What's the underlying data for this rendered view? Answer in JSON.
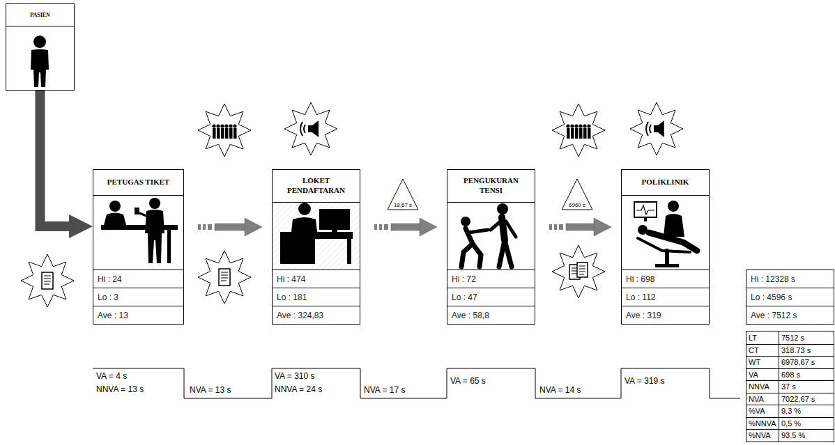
{
  "diagram": {
    "nodes": [
      {
        "text": [
          "PASIEN"
        ]
      },
      {
        "text": [
          "PETUGAS TIKET",
          "Hi : 24",
          "Lo : 3",
          "Ave : 13"
        ]
      },
      {
        "text": [
          "LOKET PENDAFTARAN",
          "Hi : 474",
          "Lo : 181",
          "Ave : 324,83"
        ]
      },
      {
        "text": [
          "18,67 s"
        ]
      },
      {
        "text": [
          "PENGUKURAN TENSI",
          "Hi : 72",
          "Lo : 47",
          "Ave : 58,8"
        ]
      },
      {
        "text": [
          "6960 s"
        ]
      },
      {
        "text": [
          "POLIKLINIK",
          "Hi : 698",
          "Lo : 112",
          "Ave : 319"
        ]
      },
      {
        "text": [
          "Hi : 12328 s",
          "Lo : 4596 s",
          "Ave : 7512 s"
        ]
      }
    ],
    "edges": [
      {
        "from": 0,
        "to": 1,
        "arrow": "to"
      },
      {
        "from": 1,
        "to": 2,
        "arrow": "to"
      },
      {
        "from": 2,
        "to": 4,
        "arrow": "to"
      },
      {
        "from": 4,
        "to": 6,
        "arrow": "to"
      }
    ],
    "labels": [
      "VA = 4 s",
      "NNVA = 13 s",
      "NVA = 13 s",
      "VA = 310 s",
      "NNVA = 24 s",
      "NVA = 17 s",
      "VA = 65 s",
      "NVA = 14 s",
      "VA = 319 s",
      "LT",
      "7512 s",
      "CT",
      "318.73 s",
      "WT",
      "6978,67 s",
      "VA",
      "698 s",
      "NNVA",
      "37 s",
      "NVA",
      "7022,67 s",
      "%VA",
      "9,3 %",
      "%NNVA",
      "0,5 %",
      "%NVA",
      "93.5 %"
    ]
  }
}
